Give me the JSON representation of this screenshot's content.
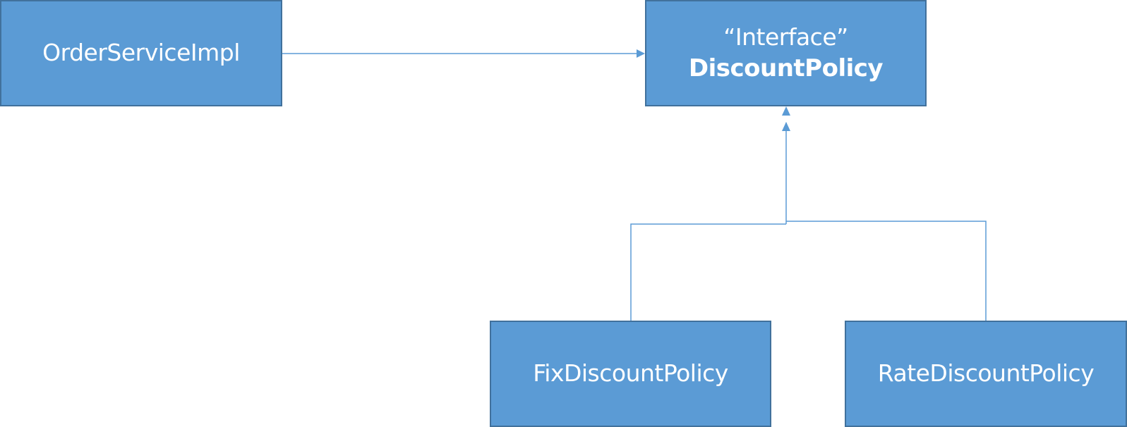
{
  "diagram": {
    "nodes": {
      "order_service": {
        "label": "OrderServiceImpl"
      },
      "discount_policy": {
        "stereotype": "“Interface”",
        "label": "DiscountPolicy"
      },
      "fix_discount": {
        "label": "FixDiscountPolicy"
      },
      "rate_discount": {
        "label": "RateDiscountPolicy"
      }
    },
    "edges": [
      {
        "from": "order_service",
        "to": "discount_policy",
        "kind": "association"
      },
      {
        "from": "fix_discount",
        "to": "discount_policy",
        "kind": "implementation"
      },
      {
        "from": "rate_discount",
        "to": "discount_policy",
        "kind": "implementation"
      }
    ],
    "colors": {
      "box_fill": "#5b9bd5",
      "box_border": "#41719c",
      "line": "#5b9bd5",
      "text": "#ffffff"
    }
  }
}
